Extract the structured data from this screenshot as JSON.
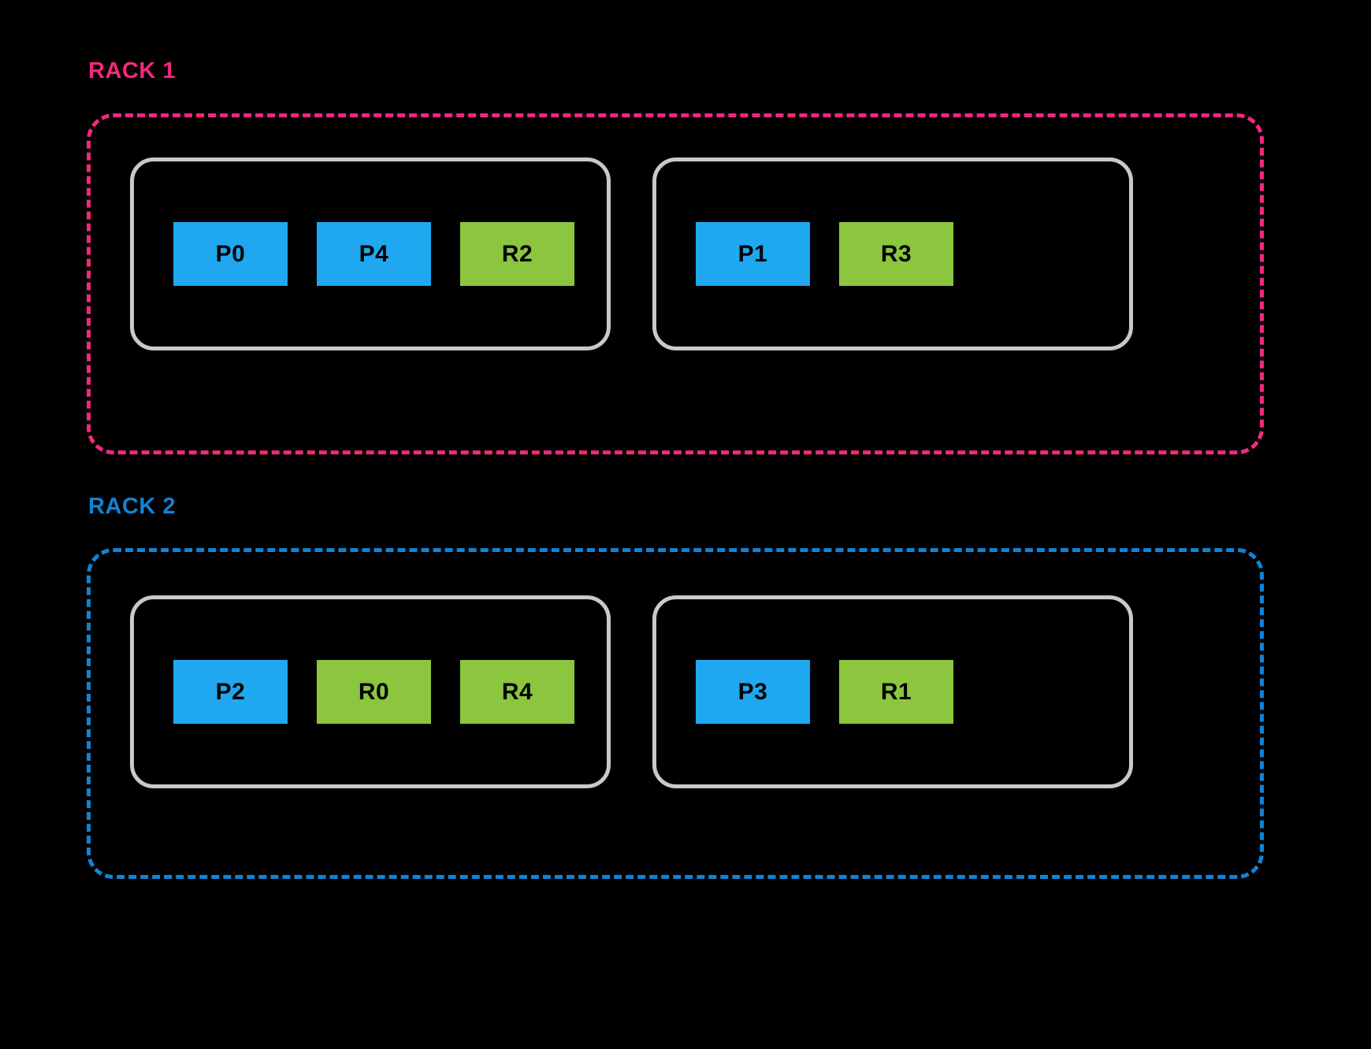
{
  "diagram": {
    "title_visible": false,
    "background_color": "#000000",
    "legend_colors": {
      "partition": "#1FA8EF",
      "replica": "#8CC63E",
      "node_border": "#C9C9C9",
      "rack1_border": "#F5277E",
      "rack2_border": "#1183D6"
    },
    "racks": [
      {
        "label": "RACK 1",
        "accent_color": "#F5277E",
        "nodes": [
          {
            "chips": [
              {
                "label": "P0",
                "kind": "partition"
              },
              {
                "label": "P4",
                "kind": "partition"
              },
              {
                "label": "R2",
                "kind": "replica"
              }
            ]
          },
          {
            "chips": [
              {
                "label": "P1",
                "kind": "partition"
              },
              {
                "label": "R3",
                "kind": "replica"
              }
            ]
          }
        ]
      },
      {
        "label": "RACK 2",
        "accent_color": "#1183D6",
        "nodes": [
          {
            "chips": [
              {
                "label": "P2",
                "kind": "partition"
              },
              {
                "label": "R0",
                "kind": "replica"
              },
              {
                "label": "R4",
                "kind": "replica"
              }
            ]
          },
          {
            "chips": [
              {
                "label": "P3",
                "kind": "partition"
              },
              {
                "label": "R1",
                "kind": "replica"
              }
            ]
          }
        ]
      }
    ]
  }
}
